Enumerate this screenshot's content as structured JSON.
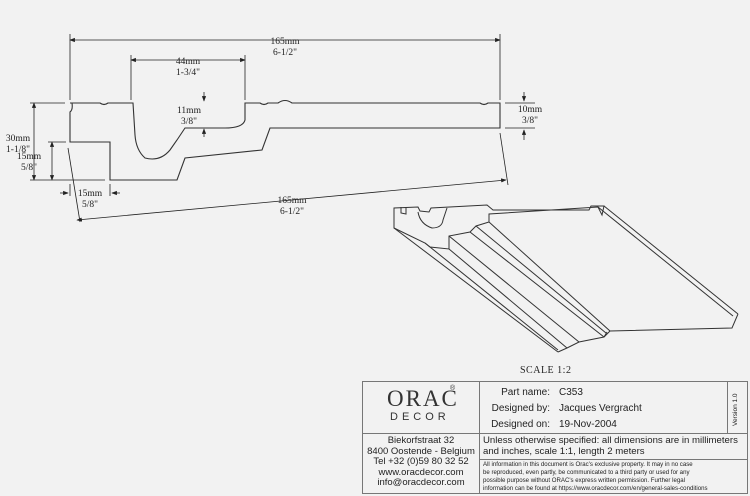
{
  "drawing": {
    "dimensions": {
      "width_top_mm": "165mm",
      "width_top_in": "6-1/2\"",
      "groove_mm": "44mm",
      "groove_in": "1-3/4\"",
      "depth_mm": "11mm",
      "depth_in": "3/8\"",
      "end_thickness_mm": "10mm",
      "end_thickness_in": "3/8\"",
      "height_mm": "30mm",
      "height_in": "1-1/8\"",
      "lip_height_mm": "15mm",
      "lip_height_in": "5/8\"",
      "lip_width_mm": "15mm",
      "lip_width_in": "5/8\"",
      "width_diag_mm": "165mm",
      "width_diag_in": "6-1/2\""
    },
    "scale_label": "SCALE  1:2"
  },
  "title_block": {
    "logo_word": "ORAC",
    "logo_reg": "®",
    "logo_sub": "DECOR",
    "address": [
      "Biekorfstraat 32",
      "8400 Oostende - Belgium",
      "Tel  +32 (0)59 80 32 52",
      "www.oracdecor.com",
      "info@oracdecor.com"
    ],
    "part_name_label": "Part name:",
    "part_name": "C353",
    "designed_by_label": "Designed by:",
    "designed_by": "Jacques Vergracht",
    "designed_on_label": "Designed on:",
    "designed_on": "19-Nov-2004",
    "version": "Version 1.0",
    "spec_line1": "Unless otherwise specified: all dimensions are in millimeters",
    "spec_line2": "and inches, scale 1:1, length 2 meters",
    "legal": [
      "All information in this document is Orac's exclusive property.  It may in no case",
      "be reproduced, even partly, be communicated to a third party or used for any",
      "possible purpose without ORAC's express written permission. Further legal",
      "information can be found at https://www.oracdecor.com/en/general-sales-conditions"
    ]
  }
}
